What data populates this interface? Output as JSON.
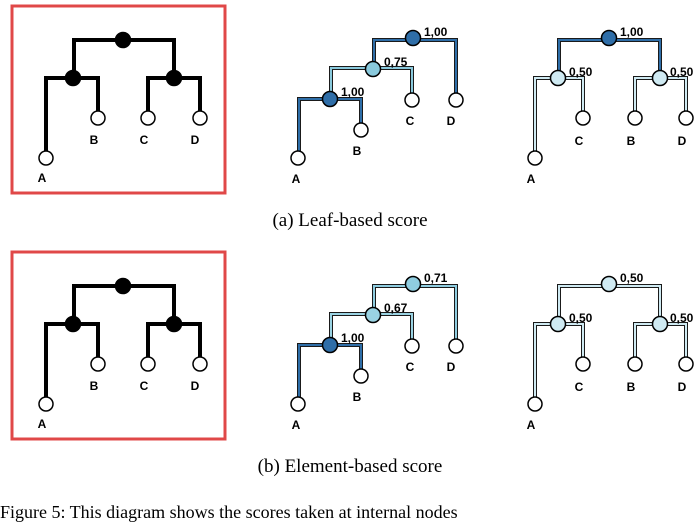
{
  "rows": [
    {
      "caption": "(a) Leaf-based score",
      "trees": [
        {
          "kind": "reference",
          "leaves": [
            "A",
            "B",
            "C",
            "D"
          ],
          "highlighted": true
        },
        {
          "kind": "caterpillar",
          "leaves": [
            "A",
            "B",
            "C",
            "D"
          ],
          "scores": [
            "1,00",
            "0,75",
            "1,00"
          ]
        },
        {
          "kind": "balanced",
          "leaves": [
            "A",
            "C",
            "B",
            "D"
          ],
          "scores": [
            "1,00",
            "0,50",
            "0,50"
          ]
        }
      ]
    },
    {
      "caption": "(b) Element-based score",
      "trees": [
        {
          "kind": "reference",
          "leaves": [
            "A",
            "B",
            "C",
            "D"
          ],
          "highlighted": true
        },
        {
          "kind": "caterpillar",
          "leaves": [
            "A",
            "B",
            "C",
            "D"
          ],
          "scores": [
            "0,71",
            "0,67",
            "1,00"
          ]
        },
        {
          "kind": "balanced",
          "leaves": [
            "A",
            "C",
            "B",
            "D"
          ],
          "scores": [
            "0,50",
            "0,50",
            "0,50"
          ]
        }
      ]
    }
  ],
  "bottom_text": "Figure 5: This diagram shows the scores taken at internal nodes",
  "colors": {
    "highlight_frame": "#e04848",
    "score_1_00": "#2f6ea8",
    "score_0_75": "#89c9dc",
    "score_0_71": "#8fcde0",
    "score_0_67": "#9ad3e3",
    "score_0_50": "#cfeaf2",
    "tree_black": "#000000"
  }
}
